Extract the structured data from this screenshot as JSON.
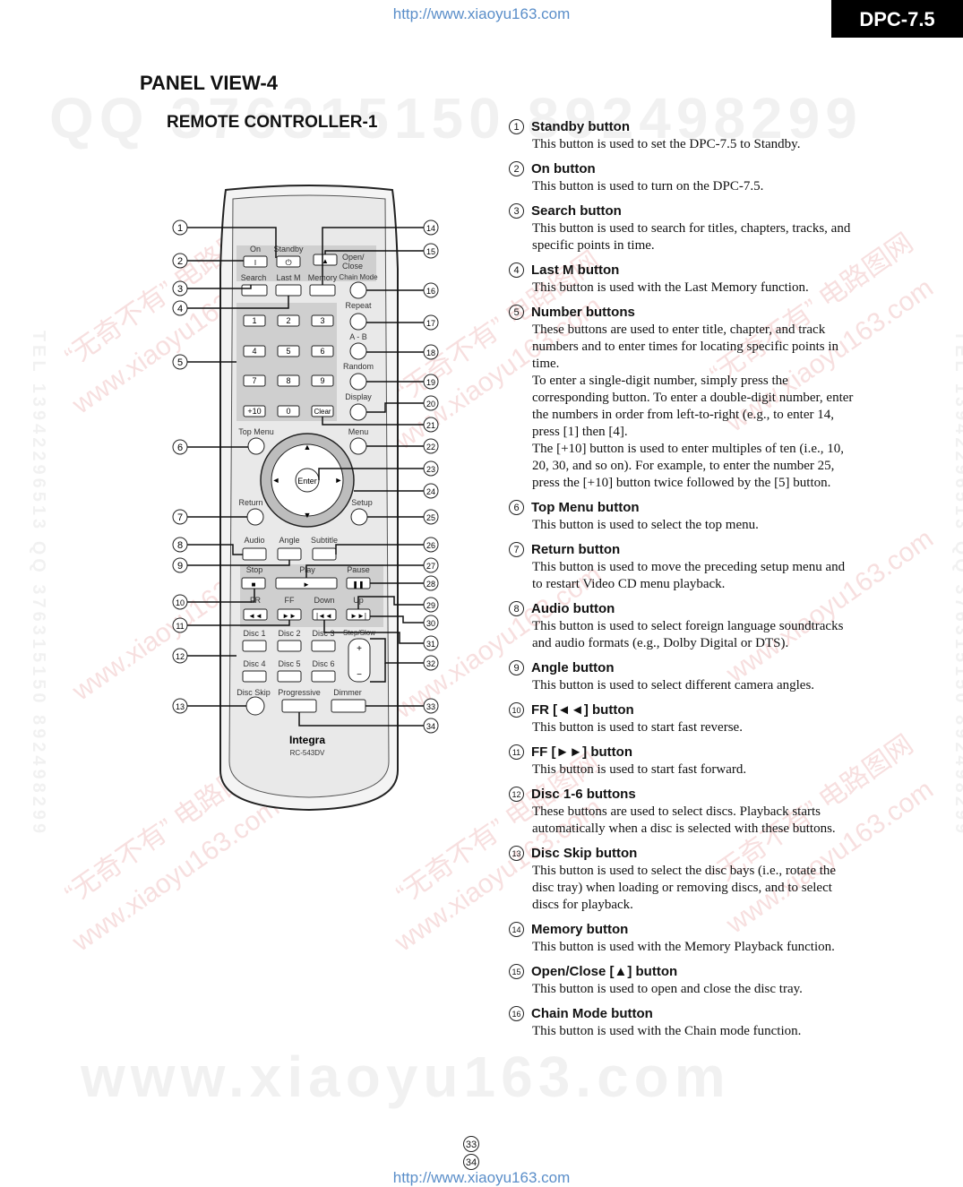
{
  "header": {
    "url": "http://www.xiaoyu163.com",
    "model": "DPC-7.5"
  },
  "titles": {
    "panel_view": "PANEL VIEW-4",
    "section": "REMOTE CONTROLLER-1"
  },
  "watermarks": {
    "qq_big": "QQ 376315150  892498299",
    "www_big": "www.xiaoyu163.com",
    "side_text": "TEL 13942296513  QQ 376315150  892498299",
    "diag_1": "www.xiaoyu163.com",
    "diag_2": "“无奇不有” 电路图网"
  },
  "remote": {
    "brand": "Integra",
    "model": "RC-543DV",
    "labels": {
      "on": "On",
      "standby": "Standby",
      "open_close": "Open/\nClose",
      "search": "Search",
      "last_m": "Last M",
      "memory": "Memory",
      "chain_mode": "Chain Mode",
      "repeat": "Repeat",
      "a_b": "A - B",
      "random": "Random",
      "display": "Display",
      "clear": "Clear",
      "top_menu": "Top Menu",
      "menu": "Menu",
      "enter": "Enter",
      "return": "Return",
      "setup": "Setup",
      "audio": "Audio",
      "angle": "Angle",
      "subtitle": "Subtitle",
      "stop": "Stop",
      "play": "Play",
      "pause": "Pause",
      "fr": "FR",
      "ff": "FF",
      "down": "Down",
      "up": "Up",
      "disc1": "Disc 1",
      "disc2": "Disc 2",
      "disc3": "Disc 3",
      "disc4": "Disc 4",
      "disc5": "Disc 5",
      "disc6": "Disc 6",
      "step_slow": "Step/Slow",
      "disc_skip": "Disc Skip",
      "progressive": "Progressive",
      "dimmer": "Dimmer",
      "n1": "1",
      "n2": "2",
      "n3": "3",
      "n4": "4",
      "n5": "5",
      "n6": "6",
      "n7": "7",
      "n8": "8",
      "n9": "9",
      "n10": "+10",
      "n0": "0"
    },
    "callouts_left": [
      "1",
      "2",
      "3",
      "4",
      "5",
      "6",
      "7",
      "8",
      "9",
      "10",
      "11",
      "12",
      "13"
    ],
    "callouts_right": [
      "14",
      "15",
      "16",
      "17",
      "18",
      "19",
      "20",
      "21",
      "22",
      "23",
      "24",
      "25",
      "26",
      "27",
      "28",
      "29",
      "30",
      "31",
      "32",
      "33",
      "34"
    ]
  },
  "items": [
    {
      "num": "1",
      "title": "Standby button",
      "body": [
        "This button is used to set the DPC-7.5 to Standby."
      ]
    },
    {
      "num": "2",
      "title": "On button",
      "body": [
        "This button is used to turn on the DPC-7.5."
      ]
    },
    {
      "num": "3",
      "title": "Search button",
      "body": [
        "This button is used to search for titles, chapters, tracks, and specific points in time."
      ]
    },
    {
      "num": "4",
      "title": "Last M button",
      "body": [
        "This button is used with the Last Memory function."
      ]
    },
    {
      "num": "5",
      "title": "Number buttons",
      "body": [
        "These buttons are used to enter title, chapter, and track numbers and to enter times for locating specific points in time.",
        "To enter a single-digit number, simply press the corresponding button. To enter a double-digit number, enter the numbers in order from left-to-right (e.g., to enter 14, press [1] then [4].",
        "The [+10] button is used to enter multiples of ten (i.e., 10, 20, 30, and so on). For example, to enter the number 25, press the [+10] button twice followed by the [5] button."
      ]
    },
    {
      "num": "6",
      "title": "Top Menu button",
      "body": [
        "This button is used to select the top menu."
      ]
    },
    {
      "num": "7",
      "title": "Return button",
      "body": [
        "This button is used to move the preceding setup menu and to restart Video CD menu playback."
      ]
    },
    {
      "num": "8",
      "title": "Audio button",
      "body": [
        "This button is used to select foreign language soundtracks and audio formats (e.g., Dolby Digital or DTS)."
      ]
    },
    {
      "num": "9",
      "title": "Angle button",
      "body": [
        "This button is used to select different camera angles."
      ]
    },
    {
      "num": "10",
      "title": "FR [◄◄] button",
      "body": [
        "This button is used to start fast reverse."
      ]
    },
    {
      "num": "11",
      "title": "FF [►►] button",
      "body": [
        "This button is used to start fast forward."
      ]
    },
    {
      "num": "12",
      "title": "Disc 1-6 buttons",
      "body": [
        "These buttons are used to select discs. Playback starts automatically when a disc is selected with these buttons."
      ]
    },
    {
      "num": "13",
      "title": "Disc Skip button",
      "body": [
        "This button is used to select the disc bays (i.e., rotate the disc tray) when loading or removing discs, and to select discs for playback."
      ]
    },
    {
      "num": "14",
      "title": "Memory button",
      "body": [
        "This button is used with the Memory Playback function."
      ]
    },
    {
      "num": "15",
      "title": "Open/Close [▲] button",
      "body": [
        "This button is used to open and close the disc tray."
      ]
    },
    {
      "num": "16",
      "title": "Chain Mode button",
      "body": [
        "This button is used with the Chain mode function."
      ]
    }
  ],
  "footer": {
    "page_a": "33",
    "page_b": "34"
  }
}
